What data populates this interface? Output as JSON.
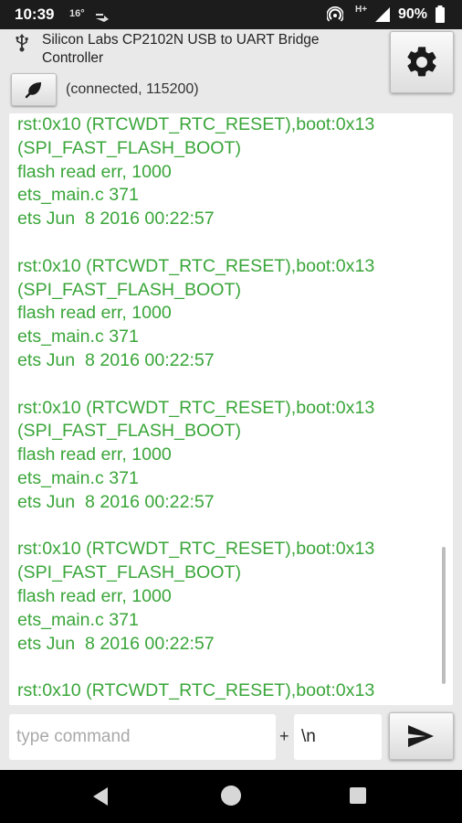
{
  "status_bar": {
    "time": "10:39",
    "temp": "16°",
    "network": "H+",
    "battery": "90%"
  },
  "header": {
    "device_name": "Silicon Labs CP2102N USB to UART Bridge Controller",
    "connection_status": "(connected, 115200)"
  },
  "terminal": {
    "lines": [
      "rst:0x10 (RTCWDT_RTC_RESET),boot:0x13",
      "(SPI_FAST_FLASH_BOOT)",
      "flash read err, 1000",
      "ets_main.c 371",
      "ets Jun  8 2016 00:22:57",
      "",
      "rst:0x10 (RTCWDT_RTC_RESET),boot:0x13",
      "(SPI_FAST_FLASH_BOOT)",
      "flash read err, 1000",
      "ets_main.c 371",
      "ets Jun  8 2016 00:22:57",
      "",
      "rst:0x10 (RTCWDT_RTC_RESET),boot:0x13",
      "(SPI_FAST_FLASH_BOOT)",
      "flash read err, 1000",
      "ets_main.c 371",
      "ets Jun  8 2016 00:22:57",
      "",
      "rst:0x10 (RTCWDT_RTC_RESET),boot:0x13",
      "(SPI_FAST_FLASH_BOOT)",
      "flash read err, 1000",
      "ets_main.c 371",
      "ets Jun  8 2016 00:22:57",
      "",
      "rst:0x10 (RTCWDT_RTC_RESET),boot:0x13"
    ],
    "text_color": "#3aa63a"
  },
  "command_bar": {
    "placeholder": "type command",
    "value": "",
    "plus": "+",
    "line_ending": "\\n"
  },
  "icons": {
    "usb": "usb-icon",
    "connect": "plug-icon",
    "settings": "gear-icon",
    "send": "send-icon"
  }
}
